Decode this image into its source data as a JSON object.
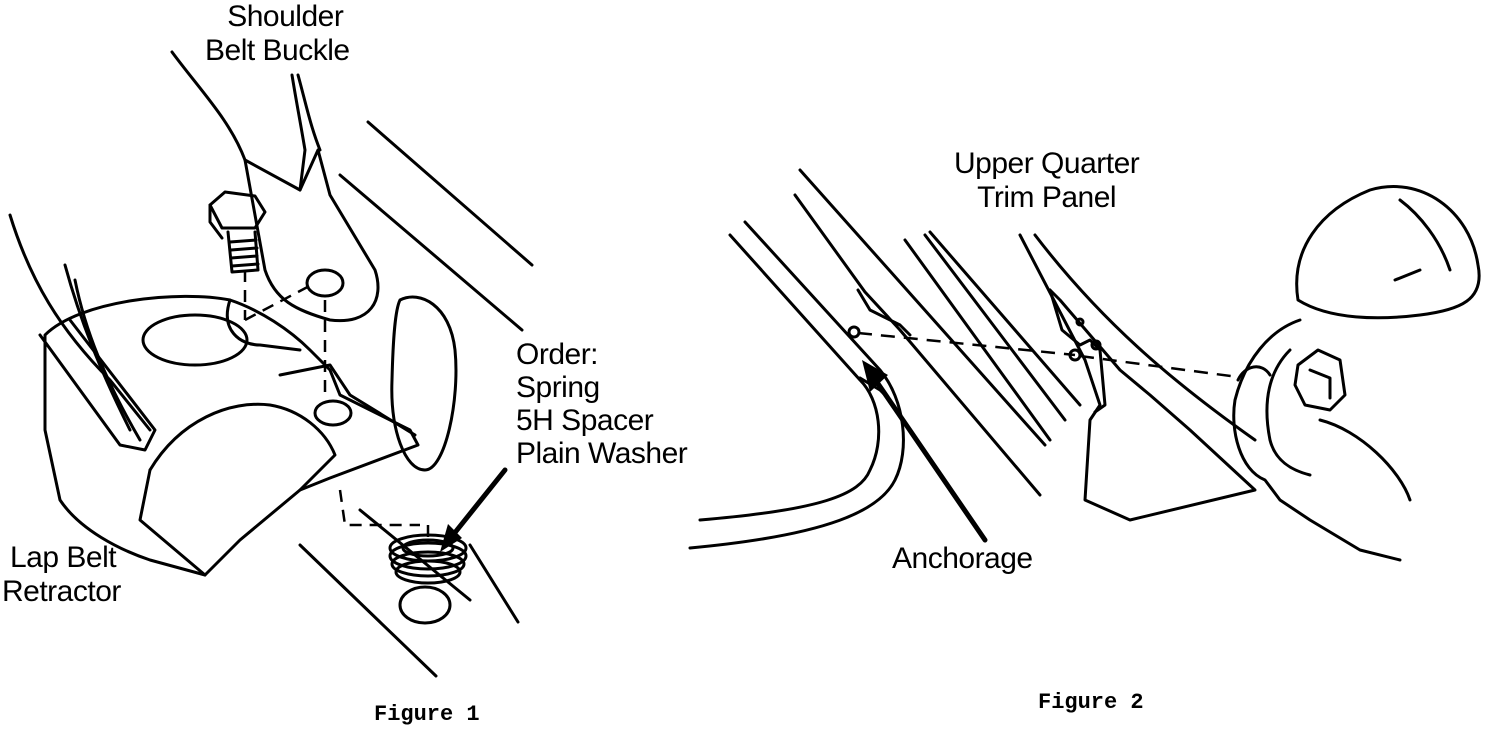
{
  "figure1": {
    "label_shoulder": [
      "Shoulder",
      "Belt Buckle"
    ],
    "label_order": [
      "Order:",
      "Spring",
      "5H Spacer",
      "Plain Washer"
    ],
    "label_retractor": [
      "Lap Belt",
      "Retractor"
    ],
    "caption": "Figure 1"
  },
  "figure2": {
    "label_trim": [
      "Upper Quarter",
      "Trim Panel"
    ],
    "label_anchorage": "Anchorage",
    "caption": "Figure 2"
  }
}
